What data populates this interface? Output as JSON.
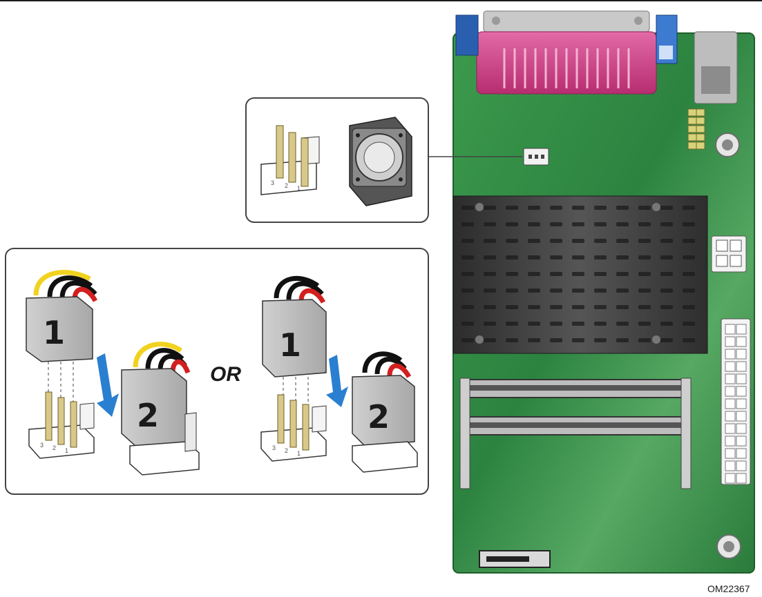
{
  "labels": {
    "or": "OR",
    "figure_id": "OM22367",
    "connector_1": "1",
    "connector_2": "2",
    "pin_1": "1",
    "pin_2": "2",
    "pin_3": "3"
  },
  "colors": {
    "board_green": "#2f8a3f",
    "heatsink": "#3a3a3a",
    "parallel_port": "#c4397e",
    "vga_blue": "#2a5fb0",
    "arrow_blue": "#2a7fd0",
    "wire_yellow": "#f1d21f",
    "wire_black": "#111111",
    "wire_red": "#d21f1f",
    "connector_gray": "#bdbdbd",
    "pin_gold": "#d8c88a"
  },
  "icons": [
    "fan-icon",
    "fan-header-icon",
    "arrow-down-icon"
  ]
}
